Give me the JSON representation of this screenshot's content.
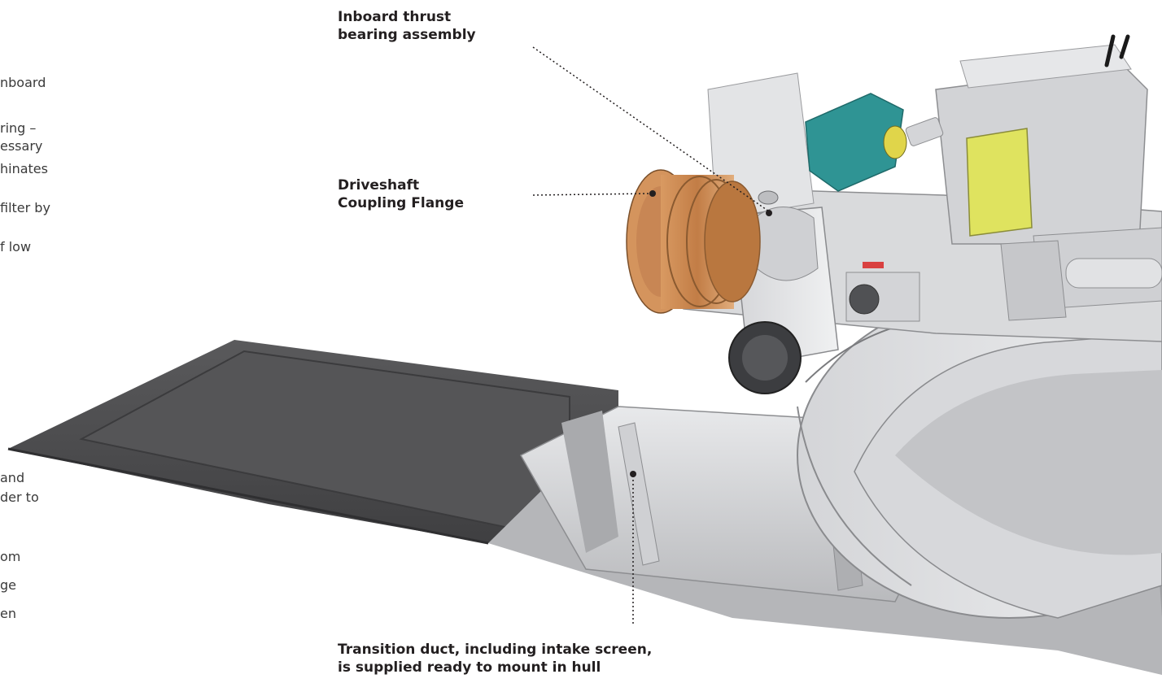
{
  "left_text": {
    "lines": [
      "nboard",
      "ring –",
      "essary",
      "hinates",
      "filter by",
      "f low",
      "and",
      "der to",
      "om",
      "ge",
      "en"
    ]
  },
  "callouts": {
    "inboard_thrust": {
      "line1": "Inboard thrust",
      "line2": "bearing assembly"
    },
    "driveshaft": {
      "line1": "Driveshaft",
      "line2": "Coupling Flange"
    },
    "transition": {
      "line1": "Transition duct, including intake screen,",
      "line2": "is supplied ready to mount in hull"
    }
  },
  "colors": {
    "hull_dark": "#4a4a4c",
    "steel": "#c9cacd",
    "steel_light": "#e3e4e6",
    "bronze": "#c98a55",
    "teal": "#2d8f8f",
    "yellow": "#dbe15a"
  }
}
